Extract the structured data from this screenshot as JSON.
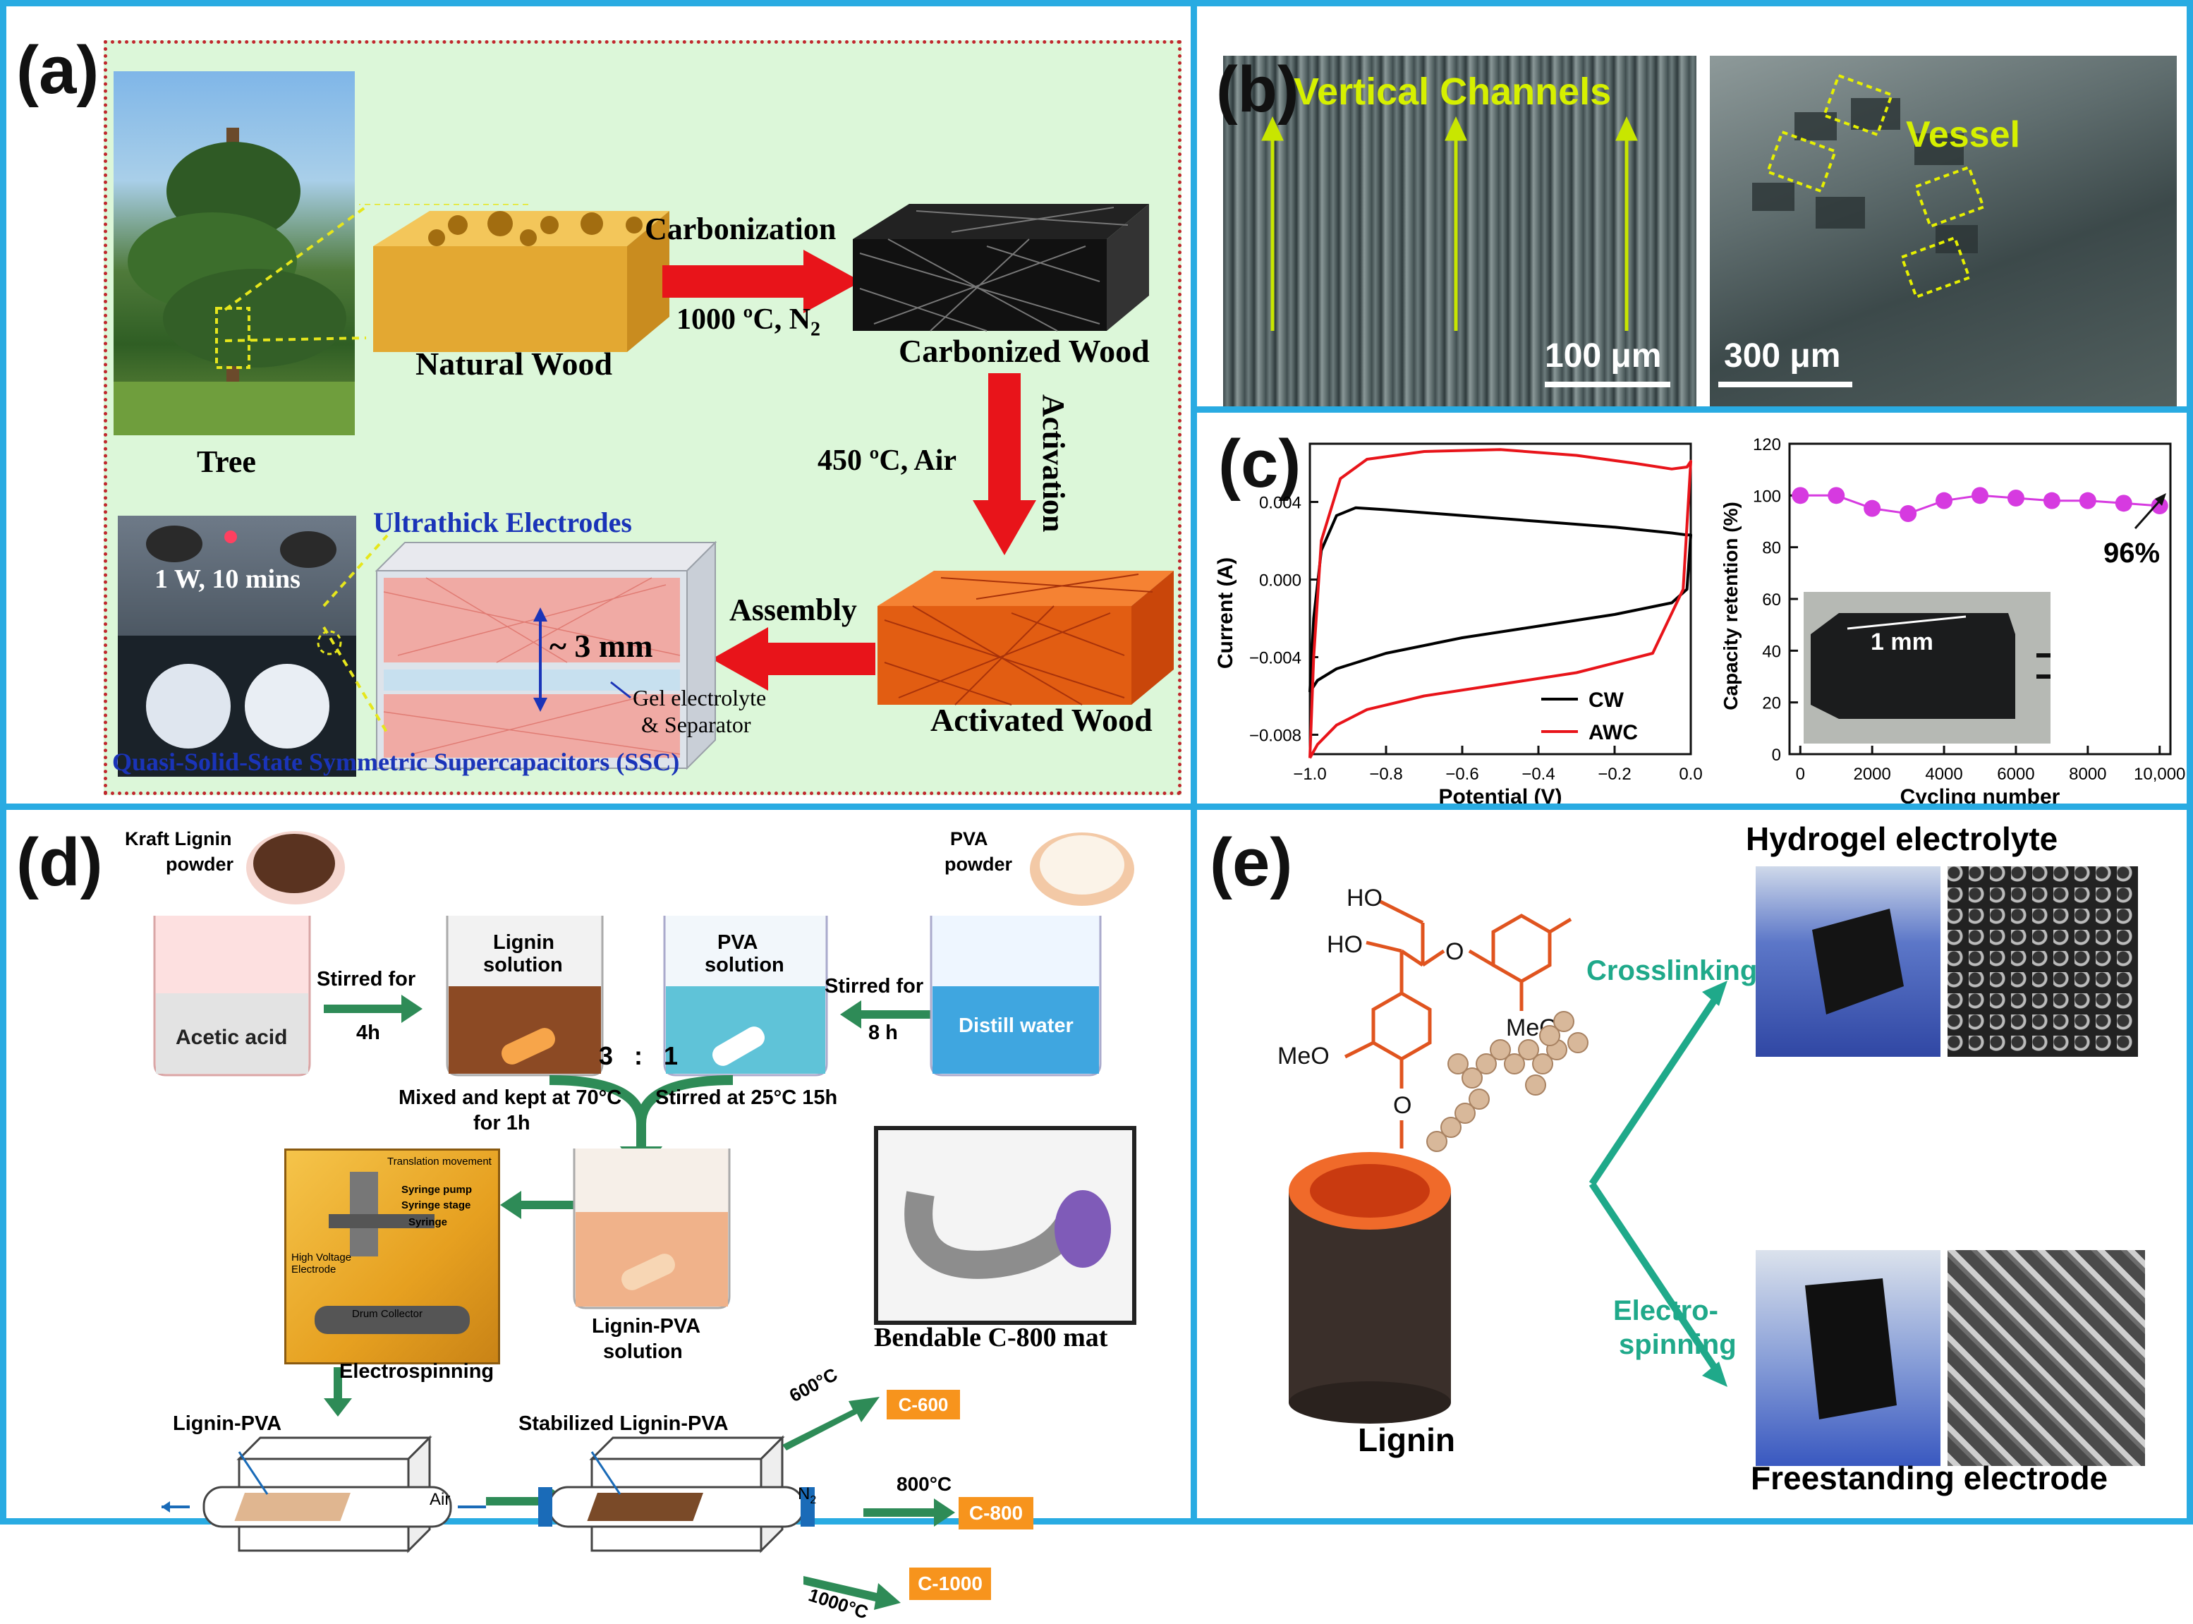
{
  "panels": {
    "a": {
      "label": "(a)",
      "tree": "Tree",
      "natural_wood": "Natural Wood",
      "carbonization": "Carbonization",
      "carbonization_cond": "1000 ºC, N",
      "carbonization_sub": "2",
      "carbonized_wood": "Carbonized Wood",
      "activation": "Activation",
      "activation_cond": "450 ºC, Air",
      "activated_wood": "Activated Wood",
      "assembly": "Assembly",
      "ultrathick": "Ultrathick Electrodes",
      "photo_caption": "1 W, 10 mins",
      "thickness": "~ 3 mm",
      "gel": "Gel electrolyte",
      "separator": "& Separator",
      "ssc": "Quasi-Solid-State Symmetric Supercapacitors (SSC)"
    },
    "b": {
      "label": "(b)",
      "vertical_channels": "Vertical Channels",
      "scale1": "100 μm",
      "vessel": "Vessel",
      "scale2": "300 μm"
    },
    "c": {
      "label": "(c)",
      "photo_scale": "1 mm",
      "retention_label": "96%"
    },
    "d": {
      "label": "(d)",
      "kraft": "Kraft Lignin",
      "powder1": "powder",
      "pva_powder": "PVA",
      "powder2": "powder",
      "acetic": "Acetic acid",
      "stirred1": "Stirred for",
      "stirred1b": "4h",
      "lignin_solution": "Lignin",
      "lignin_solution_b": "solution",
      "pva_solution": "PVA",
      "pva_solution_b": "solution",
      "stirred2": "Stirred for",
      "stirred2b": "8 h",
      "distill": "Distill water",
      "ratio": "3   :   1",
      "mixed": "Mixed and kept at 70°C",
      "mixed_b": "for 1h",
      "stirred25": "Stirred at 25°C 15h",
      "lignin_pva_sol": "Lignin-PVA",
      "lignin_pva_sol_b": "solution",
      "electrospinning": "Electrospinning",
      "bendable": "Bendable C-800 mat",
      "lignin_pva": "Lignin-PVA",
      "stabilized": "Stabilized Lignin-PVA",
      "air": "Air",
      "n2": "N",
      "n2_sub": "2",
      "t600": "600°C",
      "t800": "800°C",
      "t1000": "1000°C",
      "c600": "C-600",
      "c800": "C-800",
      "c1000": "C-1000",
      "machine_labels": [
        "Translation movement",
        "Syringe pump",
        "Syringe stage",
        "Syringe",
        "High Voltage Electrode",
        "Drum Collector"
      ]
    },
    "e": {
      "label": "(e)",
      "hydrogel": "Hydrogel electrolyte",
      "crosslinking": "Crosslinking",
      "electro": "Electro-",
      "spinning": "spinning",
      "freestanding": "Freestanding electrode",
      "lignin": "Lignin",
      "ho1": "HO",
      "ho2": "HO",
      "o1": "O",
      "meo1": "MeO",
      "meo2": "MeO",
      "o2": "O"
    }
  },
  "colors": {
    "panel_border": "#29abe2",
    "green_bg": "#dcf7d9",
    "red_arrow": "#e8141a",
    "yellow_text": "#d6f000",
    "teal_arrow": "#1fa98a",
    "orange_box": "#f7941d",
    "cw": "#000000",
    "awc": "#e8141a",
    "magenta": "#d63ae0"
  },
  "chart_data": [
    {
      "type": "line",
      "title": "",
      "xlabel": "Potential (V)",
      "ylabel": "Current (A)",
      "xlim": [
        -1.0,
        0.0
      ],
      "ylim": [
        -0.009,
        0.007
      ],
      "xticks": [
        "−1.0",
        "−0.8",
        "−0.6",
        "−0.4",
        "−0.2",
        "0.0"
      ],
      "yticks": [
        "0.004",
        "0.000",
        "−0.004",
        "−0.008"
      ],
      "legend": "bottom-right",
      "series": [
        {
          "name": "CW",
          "color": "#000000",
          "x": [
            -1.0,
            -0.99,
            -0.97,
            -0.93,
            -0.88,
            -0.8,
            -0.6,
            -0.4,
            -0.2,
            -0.05,
            -0.01,
            0.0,
            -0.01,
            -0.05,
            -0.2,
            -0.4,
            -0.6,
            -0.8,
            -0.93,
            -0.98,
            -1.0
          ],
          "y": [
            -0.0058,
            -0.002,
            0.0015,
            0.0033,
            0.0037,
            0.0036,
            0.0033,
            0.003,
            0.0027,
            0.0024,
            0.0023,
            0.0023,
            -0.0005,
            -0.0012,
            -0.0018,
            -0.0024,
            -0.003,
            -0.0038,
            -0.0046,
            -0.0052,
            -0.0058
          ]
        },
        {
          "name": "AWC",
          "color": "#e8141a",
          "x": [
            -1.0,
            -0.99,
            -0.97,
            -0.92,
            -0.85,
            -0.7,
            -0.5,
            -0.3,
            -0.15,
            -0.05,
            -0.01,
            0.0,
            -0.02,
            -0.1,
            -0.3,
            -0.5,
            -0.7,
            -0.85,
            -0.93,
            -0.98,
            -1.0
          ],
          "y": [
            -0.0092,
            -0.004,
            0.002,
            0.0052,
            0.0062,
            0.0066,
            0.0067,
            0.0064,
            0.006,
            0.0057,
            0.0058,
            0.0061,
            -0.0005,
            -0.0038,
            -0.0048,
            -0.0054,
            -0.006,
            -0.0067,
            -0.0075,
            -0.0085,
            -0.0092
          ]
        }
      ]
    },
    {
      "type": "scatter",
      "title": "",
      "xlabel": "Cycling number",
      "ylabel": "Capacity retention (%)",
      "xlim": [
        0,
        10000
      ],
      "ylim": [
        0,
        120
      ],
      "xticks": [
        "0",
        "2000",
        "4000",
        "6000",
        "8000",
        "10,000"
      ],
      "yticks": [
        "0",
        "20",
        "40",
        "60",
        "80",
        "100",
        "120"
      ],
      "series": [
        {
          "name": "",
          "color": "#d63ae0",
          "x": [
            0,
            1000,
            2000,
            3000,
            4000,
            5000,
            6000,
            7000,
            8000,
            9000,
            10000
          ],
          "y": [
            100,
            100,
            95,
            93,
            98,
            100,
            99,
            98,
            98,
            97,
            96
          ]
        }
      ]
    }
  ]
}
